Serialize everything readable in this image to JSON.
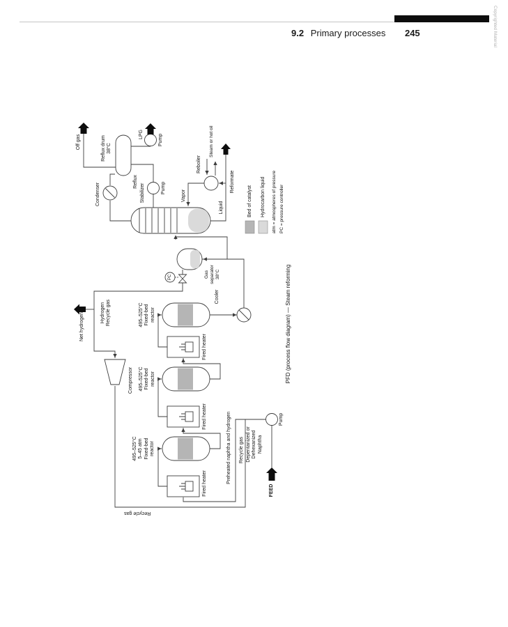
{
  "page": {
    "section": "9.2",
    "title": "Primary processes",
    "page_number": "245",
    "copyright": "Copyrighted Material"
  },
  "diagram": {
    "caption": "PFD (process flow diagram) — Steam reforming",
    "colors": {
      "catalyst_bed": "#b5b5b5",
      "hydrocarbon_liquid": "#dadada",
      "line": "#3d3d3d"
    },
    "labels": {
      "off_gas": "Off gas",
      "reflux_drum_1": "Reflux drum",
      "reflux_drum_2": "38°C",
      "condenser": "Condenser",
      "lpg": "LPG",
      "pump": "Pump",
      "reflux": "Reflux",
      "stabilizer": "Stabilizer",
      "vapor": "Vapor",
      "liquid": "Liquid",
      "reboiler": "Reboiler",
      "steam_or_hot_oil": "Steam or hot oil",
      "reformate": "Reformate",
      "gas_separator_1": "Gas",
      "gas_separator_2": "separator",
      "gas_separator_3": "38°C",
      "pc": "PC",
      "cooler": "Cooler",
      "net_hydrogen": "Net hydrogen",
      "hydrogen": "Hydrogen",
      "recycle_gas": "Recycle gas",
      "compressor": "Compressor",
      "fired_heater": "Fired heater",
      "reactor_temp": "495–525°C",
      "reactor_pressure": "5–45 atm",
      "fixed_bed": "Fixed-bed",
      "reactor": "reactor",
      "preheated": "Preheated naphtha and hydrogen",
      "feed": "FEED",
      "naphtha_1": "Depentanized or",
      "naphtha_2": "Dehexanized",
      "naphtha_3": "Naphtha"
    },
    "legend": {
      "bed_of_catalyst": "Bed of catalyst",
      "hydrocarbon_liquid": "Hydrocarbon liquid",
      "atm_note": "atm = atmospheres of pressure",
      "pc_note": "PC = pressure controller"
    }
  }
}
